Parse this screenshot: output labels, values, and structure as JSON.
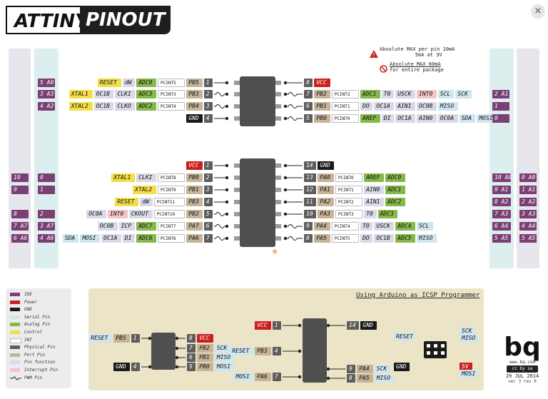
{
  "header": {
    "logo_left": "ATTINY",
    "logo_right": "PINOUT",
    "close_glyph": "×"
  },
  "notes": {
    "max_pin_line1": "Absolute MAX per pin 10mA",
    "max_pin_line2": "5mA at 3V",
    "max_pkg_line1": "Absolute MAX 60mA",
    "max_pkg_line2": "for entire package"
  },
  "colors": {
    "ide": "#7a3f73",
    "power": "#cc1f1f",
    "gnd": "#1a1a1a",
    "serial": "#cfe6ef",
    "analog": "#86b84a",
    "control": "#f3dd48",
    "int": "#ffffff",
    "physical": "#5d5d5d",
    "port": "#c7b39a",
    "function": "#d9d9e8",
    "interrupt": "#f3c6c6",
    "col_gray": "#e6e6ec",
    "col_teal": "#dcefee",
    "panel": "#ece4c7"
  },
  "attiny85": {
    "left_cols": [
      [
        "5 A0"
      ],
      [
        "3 A3"
      ],
      [
        "4 A2"
      ],
      []
    ],
    "left": [
      [
        [
          "RESET",
          "ctl"
        ],
        [
          "dW",
          "fn"
        ],
        [
          "ADC0",
          "ana"
        ],
        [
          "PCINT5",
          "int"
        ],
        [
          "PB5",
          "prt"
        ],
        [
          "1",
          "phy"
        ]
      ],
      [
        [
          "XTAL1",
          "ctl"
        ],
        [
          "OC1B",
          "fn"
        ],
        [
          "CLKI",
          "fn"
        ],
        [
          "ADC3",
          "ana"
        ],
        [
          "PCINT3",
          "int"
        ],
        [
          "PB3",
          "prt"
        ],
        [
          "2",
          "phy"
        ]
      ],
      [
        [
          "XTAL2",
          "ctl"
        ],
        [
          "OC1B",
          "fn"
        ],
        [
          "CLKO",
          "fn"
        ],
        [
          "ADC2",
          "ana"
        ],
        [
          "PCINT4",
          "int"
        ],
        [
          "PB4",
          "prt"
        ],
        [
          "3",
          "phy"
        ]
      ],
      [
        [
          "GND",
          "gnd"
        ],
        [
          "4",
          "phy"
        ]
      ]
    ],
    "right": [
      [
        [
          "8",
          "phy"
        ],
        [
          "VCC",
          "pow"
        ]
      ],
      [
        [
          "7",
          "phy"
        ],
        [
          "PB2",
          "prt"
        ],
        [
          "PCINT2",
          "int"
        ],
        [
          "ADC1",
          "ana"
        ],
        [
          "T0",
          "fn"
        ],
        [
          "USCK",
          "fn"
        ],
        [
          "INT0",
          "irq"
        ],
        [
          "SCL",
          "ser"
        ],
        [
          "SCK",
          "ser"
        ]
      ],
      [
        [
          "6",
          "phy"
        ],
        [
          "PB1",
          "prt"
        ],
        [
          "PCINT1",
          "int"
        ],
        [
          "DO",
          "fn"
        ],
        [
          "OC1A",
          "fn"
        ],
        [
          "AIN1",
          "fn"
        ],
        [
          "OC0B",
          "fn"
        ],
        [
          "MISO",
          "ser"
        ]
      ],
      [
        [
          "5",
          "phy"
        ],
        [
          "PB0",
          "prt"
        ],
        [
          "PCINT0",
          "int"
        ],
        [
          "AREF",
          "ana"
        ],
        [
          "DI",
          "fn"
        ],
        [
          "OC1A",
          "fn"
        ],
        [
          "AIN0",
          "fn"
        ],
        [
          "OC0A",
          "fn"
        ],
        [
          "SDA",
          "ser"
        ],
        [
          "MOSI",
          "ser"
        ]
      ]
    ],
    "right_cols": [
      [],
      [
        "2 A1"
      ],
      [
        "1"
      ],
      [
        "0"
      ]
    ]
  },
  "attiny84": {
    "left_cols": [
      [],
      [
        "10",
        "0"
      ],
      [
        "9",
        "1"
      ],
      [],
      [
        "8",
        "2"
      ],
      [
        "7 A7",
        "3 A7"
      ],
      [
        "6 A6",
        "4 A6"
      ]
    ],
    "left": [
      [
        [
          "VCC",
          "pow"
        ],
        [
          "1",
          "phy"
        ]
      ],
      [
        [
          "XTAL1",
          "ctl"
        ],
        [
          "CLKI",
          "fn"
        ],
        [
          "PCINT8",
          "int"
        ],
        [
          "PB0",
          "prt"
        ],
        [
          "2",
          "phy"
        ]
      ],
      [
        [
          "XTAL2",
          "ctl"
        ],
        [
          "PCINT9",
          "int"
        ],
        [
          "PB1",
          "prt"
        ],
        [
          "3",
          "phy"
        ]
      ],
      [
        [
          "RESET",
          "ctl"
        ],
        [
          "dW",
          "fn"
        ],
        [
          "PCINT11",
          "int"
        ],
        [
          "PB3",
          "prt"
        ],
        [
          "4",
          "phy"
        ]
      ],
      [
        [
          "OC0A",
          "fn"
        ],
        [
          "INT0",
          "irq"
        ],
        [
          "CKOUT",
          "fn"
        ],
        [
          "PCINT10",
          "int"
        ],
        [
          "PB2",
          "prt"
        ],
        [
          "5",
          "phy"
        ]
      ],
      [
        [
          "OC0B",
          "fn"
        ],
        [
          "ICP",
          "fn"
        ],
        [
          "ADC7",
          "ana"
        ],
        [
          "PCINT7",
          "int"
        ],
        [
          "PA7",
          "prt"
        ],
        [
          "6",
          "phy"
        ]
      ],
      [
        [
          "SDA",
          "ser"
        ],
        [
          "MOSI",
          "ser"
        ],
        [
          "OC1A",
          "fn"
        ],
        [
          "DI",
          "fn"
        ],
        [
          "ADC6",
          "ana"
        ],
        [
          "PCINT6",
          "int"
        ],
        [
          "PA6",
          "prt"
        ],
        [
          "7",
          "phy"
        ]
      ]
    ],
    "right": [
      [
        [
          "14",
          "phy"
        ],
        [
          "GND",
          "gnd"
        ]
      ],
      [
        [
          "13",
          "phy"
        ],
        [
          "PA0",
          "prt"
        ],
        [
          "PCINT0",
          "int"
        ],
        [
          "AREF",
          "ana"
        ],
        [
          "ADC0",
          "ana"
        ]
      ],
      [
        [
          "12",
          "phy"
        ],
        [
          "PA1",
          "prt"
        ],
        [
          "PCINT1",
          "int"
        ],
        [
          "AIN0",
          "fn"
        ],
        [
          "ADC1",
          "ana"
        ]
      ],
      [
        [
          "11",
          "phy"
        ],
        [
          "PA2",
          "prt"
        ],
        [
          "PCINT2",
          "int"
        ],
        [
          "AIN1",
          "fn"
        ],
        [
          "ADC2",
          "ana"
        ]
      ],
      [
        [
          "10",
          "phy"
        ],
        [
          "PA3",
          "prt"
        ],
        [
          "PCINT3",
          "int"
        ],
        [
          "T0",
          "fn"
        ],
        [
          "ADC3",
          "ana"
        ]
      ],
      [
        [
          "9",
          "phy"
        ],
        [
          "PA4",
          "prt"
        ],
        [
          "PCINT4",
          "int"
        ],
        [
          "T0",
          "fn"
        ],
        [
          "USCK",
          "fn"
        ],
        [
          "ADC4",
          "ana"
        ],
        [
          "SCL",
          "ser"
        ]
      ],
      [
        [
          "8",
          "phy"
        ],
        [
          "PA5",
          "prt"
        ],
        [
          "PCINT5",
          "int"
        ],
        [
          "DO",
          "fn"
        ],
        [
          "OC1B",
          "fn"
        ],
        [
          "ADC5",
          "ana"
        ],
        [
          "MISO",
          "ser"
        ]
      ]
    ],
    "right_cols": [
      [],
      [
        "10 A0",
        "0 A0"
      ],
      [
        "9 A1",
        "1 A1"
      ],
      [
        "8 A2",
        "2 A2"
      ],
      [
        "7 A3",
        "3 A3"
      ],
      [
        "6 A4",
        "4 A4"
      ],
      [
        "5 A5",
        "5 A5"
      ]
    ]
  },
  "legend": [
    {
      "label": "IDE",
      "key": "ide"
    },
    {
      "label": "Power",
      "key": "power"
    },
    {
      "label": "GND",
      "key": "gnd"
    },
    {
      "label": "Serial Pin",
      "key": "serial"
    },
    {
      "label": "Analog Pin",
      "key": "analog"
    },
    {
      "label": "Control",
      "key": "control"
    },
    {
      "label": "INT",
      "key": "int"
    },
    {
      "label": "Physical Pin",
      "key": "physical"
    },
    {
      "label": "Port Pin",
      "key": "port"
    },
    {
      "label": "Pin function",
      "key": "function"
    },
    {
      "label": "Interrupt Pin",
      "key": "interrupt"
    },
    {
      "label": "PWM Pin",
      "key": "pwm"
    }
  ],
  "icsp": {
    "title": "Using Arduino as ICSP Programmer",
    "c85_left": [
      [
        [
          "RESET",
          "ser"
        ],
        [
          "PB5",
          "prt"
        ],
        [
          "1",
          "phy"
        ]
      ],
      [],
      [],
      [
        [
          "GND",
          "gnd"
        ],
        [
          "4",
          "phy"
        ]
      ]
    ],
    "c85_right": [
      [
        [
          "8",
          "phy"
        ],
        [
          "VCC",
          "pow"
        ]
      ],
      [
        [
          "7",
          "phy"
        ],
        [
          "PB2",
          "prt"
        ],
        [
          "SCK",
          "ser"
        ]
      ],
      [
        [
          "6",
          "phy"
        ],
        [
          "PB1",
          "prt"
        ],
        [
          "MISO",
          "ser"
        ]
      ],
      [
        [
          "5",
          "phy"
        ],
        [
          "PB0",
          "prt"
        ],
        [
          "MOSI",
          "ser"
        ]
      ]
    ],
    "c84_left": [
      [
        [
          "VCC",
          "pow"
        ],
        [
          "1",
          "phy"
        ]
      ],
      [
        [
          "RESET",
          "ser"
        ],
        [
          "PB3",
          "prt"
        ],
        [
          "4",
          "phy"
        ]
      ],
      [
        [
          "MOSI",
          "ser"
        ],
        [
          "PA6",
          "prt"
        ],
        [
          "7",
          "phy"
        ]
      ]
    ],
    "c84_right": [
      [
        [
          "14",
          "phy"
        ],
        [
          "GND",
          "gnd"
        ]
      ],
      [
        [
          "9",
          "phy"
        ],
        [
          "PA4",
          "prt"
        ],
        [
          "SCK",
          "ser"
        ]
      ],
      [
        [
          "8",
          "phy"
        ],
        [
          "PA5",
          "prt"
        ],
        [
          "MISO",
          "ser"
        ]
      ]
    ],
    "header_labels": {
      "reset": "RESET",
      "sck": "SCK",
      "miso": "MISO",
      "gnd": "GND",
      "v5": "5V",
      "mosi": "MOSI"
    }
  },
  "brand": {
    "name": "bq",
    "url": "www.bq.com",
    "license": "cc by sa",
    "date": "29 JUL 2014",
    "version": "ver 3 rev 0"
  }
}
